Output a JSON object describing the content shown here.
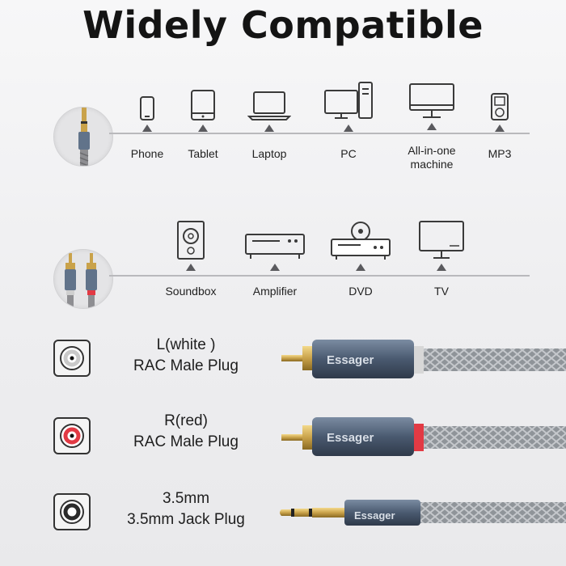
{
  "title": "Widely Compatible",
  "row1": {
    "devices": [
      {
        "label": "Phone",
        "icon": "phone-icon"
      },
      {
        "label": "Tablet",
        "icon": "tablet-icon"
      },
      {
        "label": "Laptop",
        "icon": "laptop-icon"
      },
      {
        "label": "PC",
        "icon": "pc-icon"
      },
      {
        "label": "All-in-one\nmachine",
        "icon": "all-in-one-icon"
      },
      {
        "label": "MP3",
        "icon": "mp3-icon"
      }
    ]
  },
  "row2": {
    "devices": [
      {
        "label": "Soundbox",
        "icon": "soundbox-icon"
      },
      {
        "label": "Amplifier",
        "icon": "amplifier-icon"
      },
      {
        "label": "DVD",
        "icon": "dvd-icon"
      },
      {
        "label": "TV",
        "icon": "tv-icon"
      }
    ]
  },
  "plugs": [
    {
      "line1": "L(white )",
      "line2": "RAC Male Plug",
      "ring_color": "#c9c9c9",
      "brand": "Essager"
    },
    {
      "line1": "R(red)",
      "line2": "RAC Male Plug",
      "ring_color": "#e23a44",
      "brand": "Essager"
    },
    {
      "line1": "3.5mm",
      "line2": "3.5mm Jack Plug",
      "ring_color": "#2b2b2b",
      "brand": "Essager"
    }
  ],
  "colors": {
    "icon_stroke": "#3a3a3a",
    "line": "#b9b9bc",
    "metal": "#5d6f86",
    "gold": "#c9a24a"
  }
}
